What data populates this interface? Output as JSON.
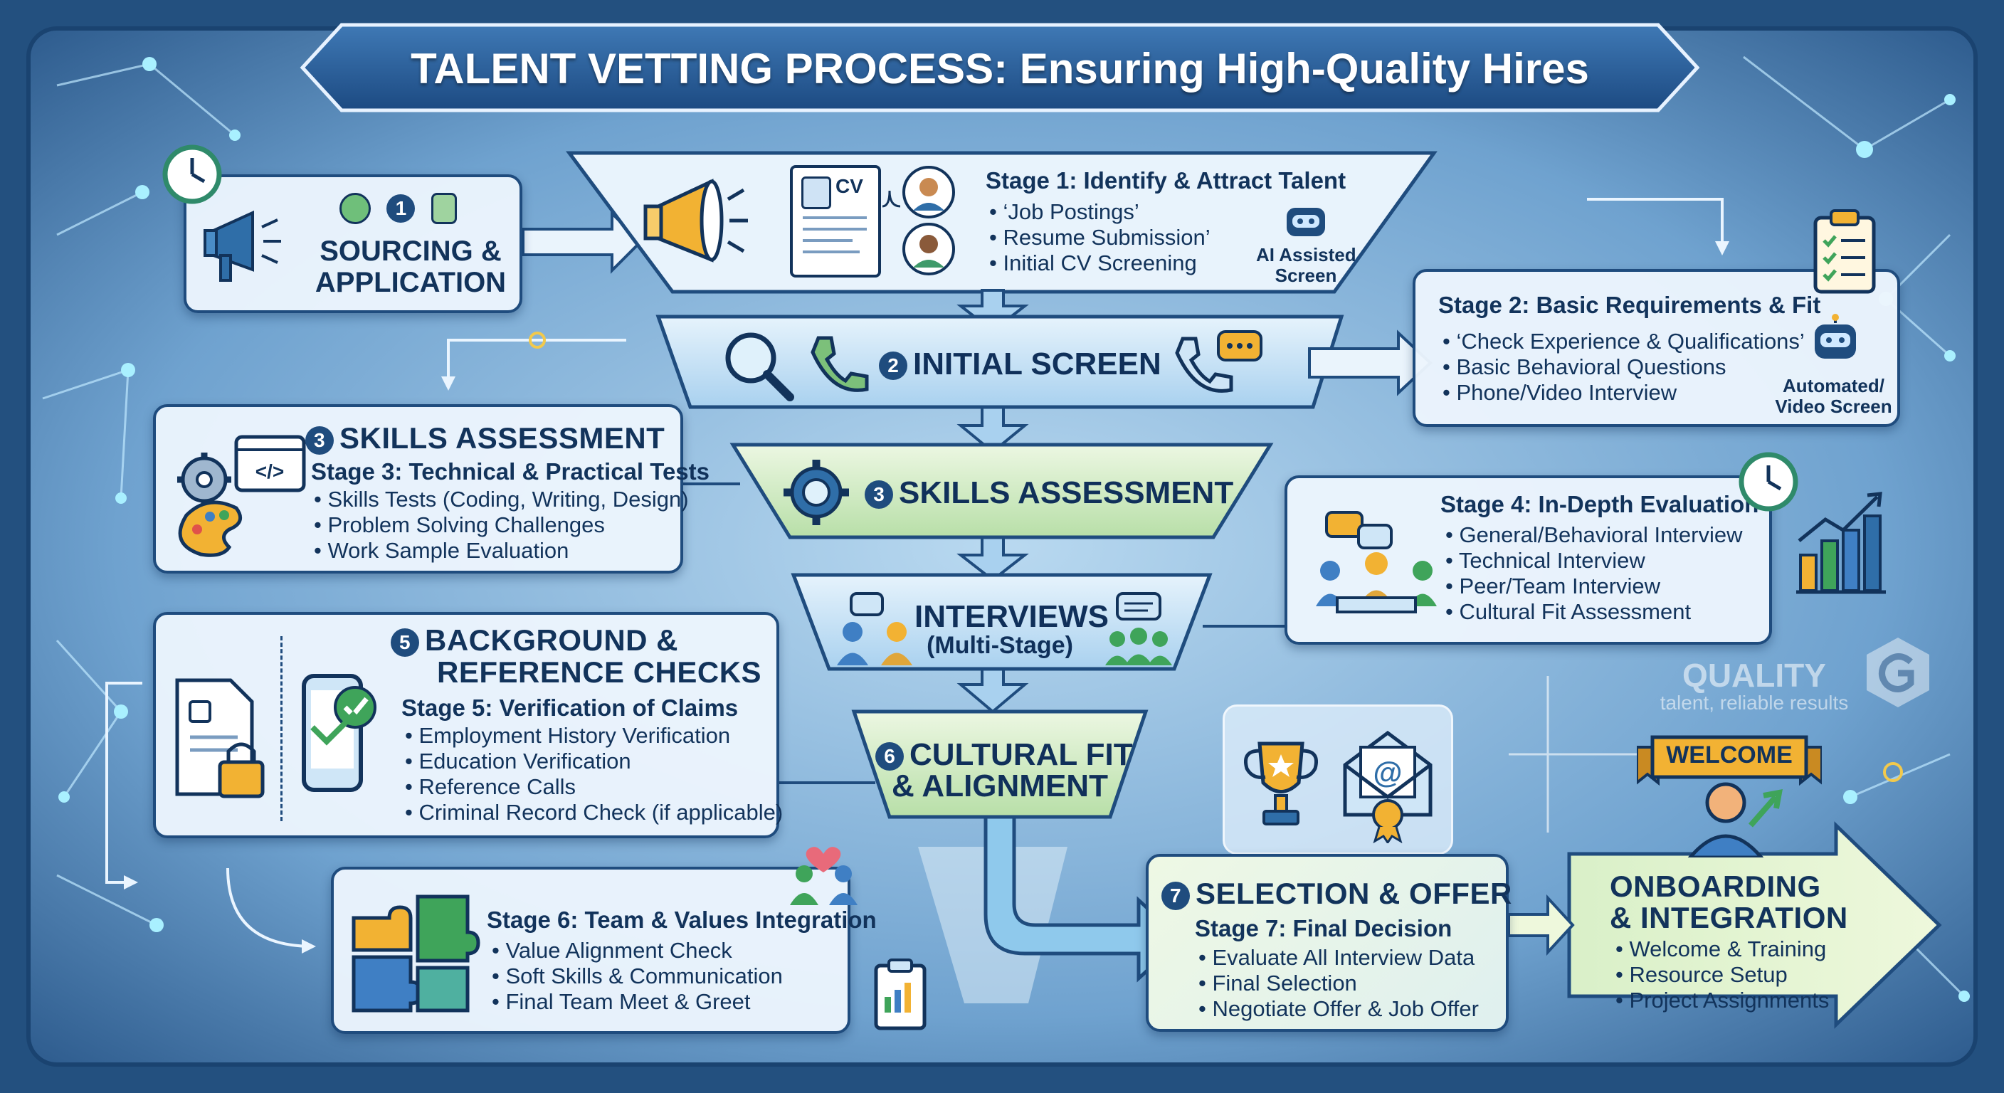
{
  "title": "TALENT VETTING PROCESS:  Ensuring High-Quality Hires",
  "sourcing": {
    "number": "1",
    "label_line1": "SOURCING &",
    "label_line2": "APPLICATION"
  },
  "stage1": {
    "cv_label": "CV",
    "heading": "Stage 1: Identify & Attract Talent",
    "items": [
      "‘Job Postings’",
      "Resume Submission’",
      "Initial CV Screening"
    ],
    "tag_line1": "AI Assisted",
    "tag_line2": "Screen"
  },
  "initial_screen": {
    "number": "2",
    "label": "INITIAL SCREEN"
  },
  "stage2": {
    "heading": "Stage 2: Basic Requirements & Fit",
    "items": [
      "‘Check Experience & Qualifications’",
      "Basic Behavioral Questions",
      "Phone/Video Interview"
    ],
    "tag_line1": "Automated/",
    "tag_line2": "Video Screen"
  },
  "skills_box": {
    "number": "3",
    "title": "SKILLS ASSESSMENT",
    "heading": "Stage 3: Technical & Practical Tests",
    "items": [
      "Skills Tests (Coding, Writing, Design)",
      "Problem Solving Challenges",
      "Work Sample Evaluation"
    ],
    "code_icon": "</>"
  },
  "skills_funnel": {
    "number": "3",
    "label": "SKILLS ASSESSMENT"
  },
  "stage4": {
    "heading": "Stage 4: In-Depth Evaluation",
    "items": [
      "General/Behavioral Interview",
      "Technical Interview",
      "Peer/Team Interview",
      "Cultural Fit Assessment"
    ]
  },
  "interviews_funnel": {
    "label_line1": "INTERVIEWS",
    "label_line2": "(Multi-Stage)"
  },
  "background": {
    "number": "5",
    "title_line1": "BACKGROUND &",
    "title_line2": "REFERENCE CHECKS",
    "heading": "Stage 5: Verification of Claims",
    "items": [
      "Employment History Verification",
      "Education Verification",
      "Reference Calls",
      "Criminal Record Check (if applicable)"
    ]
  },
  "quality": {
    "title": "QUALITY",
    "subtitle": "talent, reliable results"
  },
  "cultural_funnel": {
    "number": "6",
    "label_line1": "CULTURAL FIT",
    "label_line2": "& ALIGNMENT"
  },
  "stage6": {
    "heading": "Stage 6: Team & Values Integration",
    "items": [
      "Value Alignment Check",
      "Soft Skills & Communication",
      "Final Team Meet & Greet"
    ]
  },
  "selection": {
    "number": "7",
    "title": "SELECTION & OFFER",
    "heading": "Stage 7: Final Decision",
    "items": [
      "Evaluate All Interview Data",
      "Final Selection",
      "Negotiate Offer & Job Offer"
    ]
  },
  "onboarding": {
    "banner": "WELCOME",
    "title_line1": "ONBOARDING",
    "title_line2": "& INTEGRATION",
    "items": [
      "Welcome & Training",
      "Resource Setup",
      "Project Assignments"
    ]
  },
  "colors": {
    "navy": "#1f4c7e",
    "dark_text": "#12335b",
    "funnel_blue": "#cfe6f7",
    "funnel_green": "#d8eed0",
    "background": "#2f5d8f",
    "accent_orange": "#f2b233",
    "glow": "#7fe3ff"
  }
}
